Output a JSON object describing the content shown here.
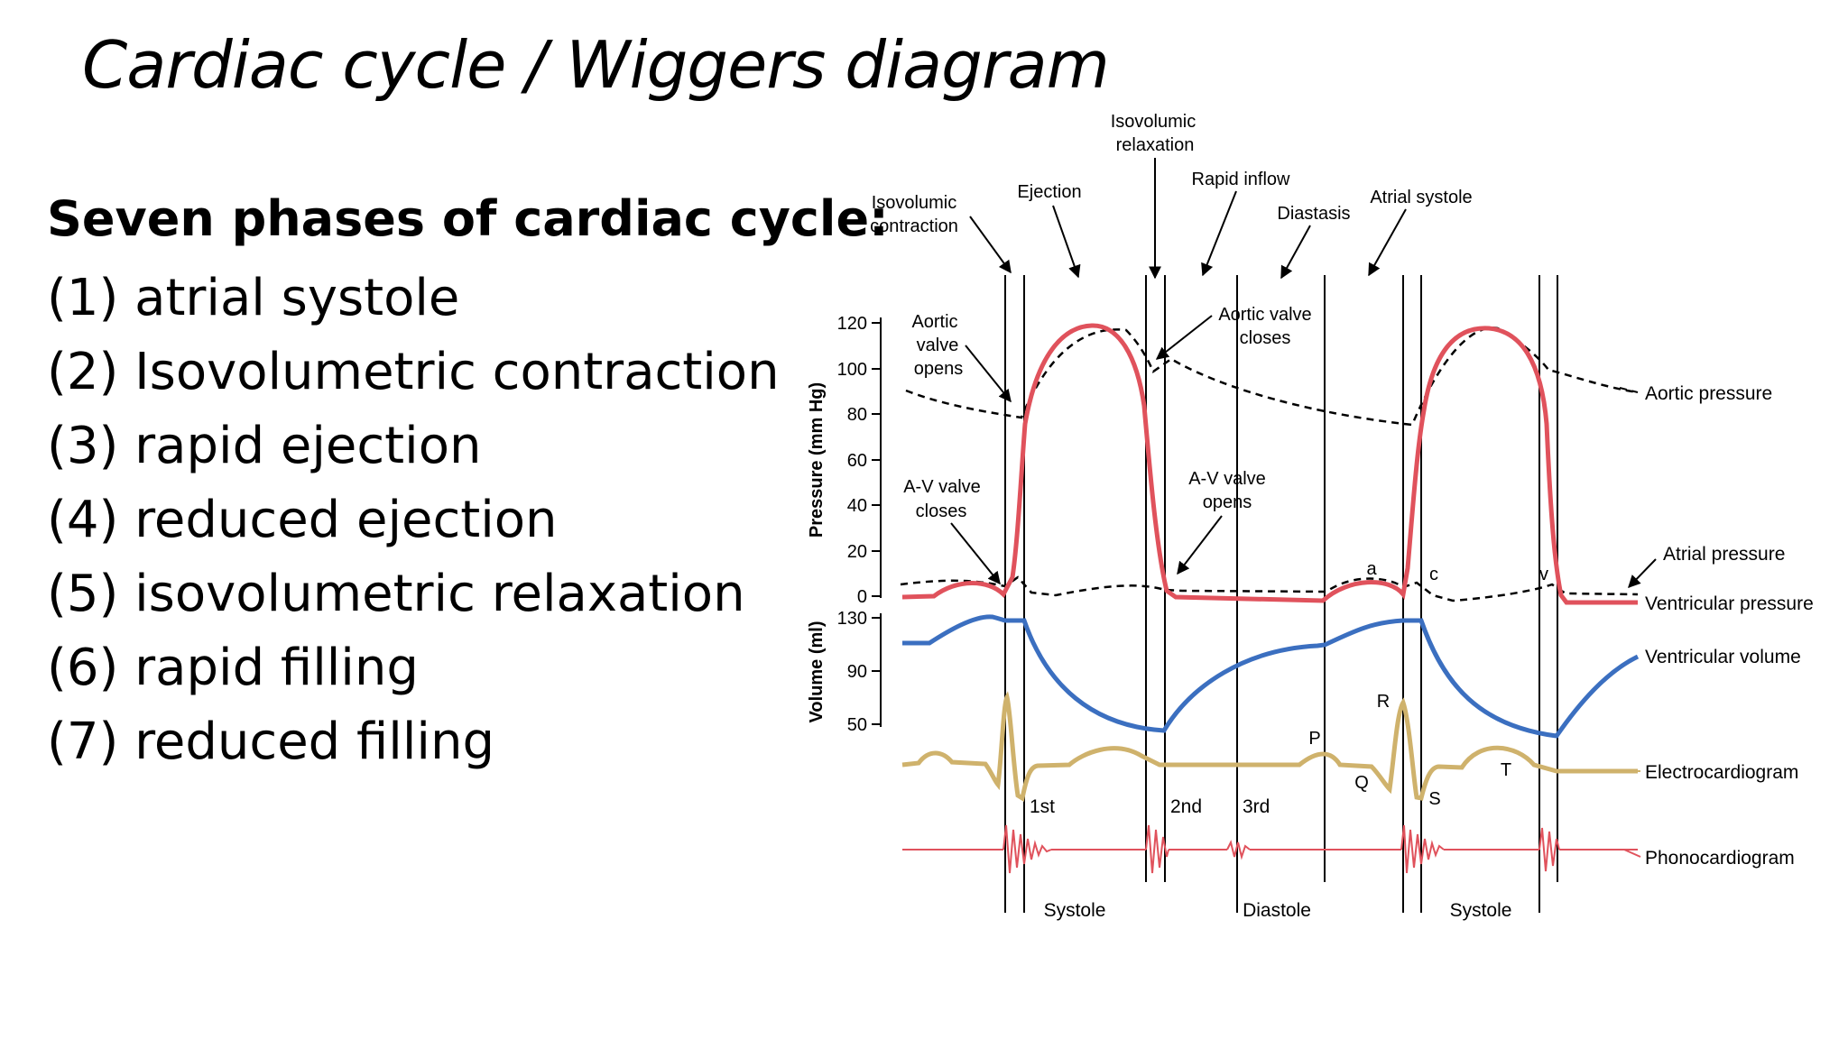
{
  "title": "Cardiac cycle / Wiggers diagram",
  "phases": {
    "heading": "Seven phases of cardiac cycle:",
    "items": [
      "(1) atrial systole",
      "(2) Isovolumetric contraction",
      "(3) rapid ejection",
      "(4) reduced ejection",
      "(5) isovolumetric relaxation",
      "(6) rapid filling",
      "(7) reduced filling"
    ]
  },
  "diagram": {
    "phase_labels": {
      "isovolumic_relaxation_1": "Isovolumic",
      "isovolumic_relaxation_2": "relaxation",
      "rapid_inflow": "Rapid inflow",
      "isovolumic_contraction_1": "Isovolumic",
      "isovolumic_contraction_2": "contraction",
      "ejection": "Ejection",
      "diastasis": "Diastasis",
      "atrial_systole": "Atrial systole"
    },
    "events": {
      "aortic_valve_opens_1": "Aortic",
      "aortic_valve_opens_2": "valve",
      "aortic_valve_opens_3": "opens",
      "aortic_valve_closes_1": "Aortic valve",
      "aortic_valve_closes_2": "closes",
      "av_valve_closes_1": "A-V valve",
      "av_valve_closes_2": "closes",
      "av_valve_opens_1": "A-V valve",
      "av_valve_opens_2": "opens"
    },
    "pressure_axis": {
      "label": "Pressure (mm Hg)",
      "ticks": [
        "120",
        "100",
        "80",
        "60",
        "40",
        "20",
        "0"
      ]
    },
    "volume_axis": {
      "label": "Volume (ml)",
      "ticks": [
        "130",
        "90",
        "50"
      ]
    },
    "traces": {
      "aortic_pressure": "Aortic pressure",
      "atrial_pressure": "Atrial pressure",
      "ventricular_pressure": "Ventricular pressure",
      "ventricular_volume": "Ventricular volume",
      "electrocardiogram": "Electrocardiogram",
      "phonocardiogram": "Phonocardiogram"
    },
    "atrial_wave_labels": {
      "a": "a",
      "c": "c",
      "v": "v"
    },
    "ecg_labels": {
      "p": "P",
      "q": "Q",
      "r": "R",
      "s": "S",
      "t": "T"
    },
    "heart_sounds": {
      "first": "1st",
      "second": "2nd",
      "third": "3rd"
    },
    "period_labels": {
      "systole_1": "Systole",
      "diastole": "Diastole",
      "systole_2": "Systole"
    },
    "colors": {
      "ventricular_pressure": "#e0525c",
      "ventricular_volume": "#3b6fc0",
      "electrocardiogram": "#cfb26c",
      "phonocardiogram": "#e0525c",
      "aortic_atrial_pressure": "#000000"
    }
  }
}
